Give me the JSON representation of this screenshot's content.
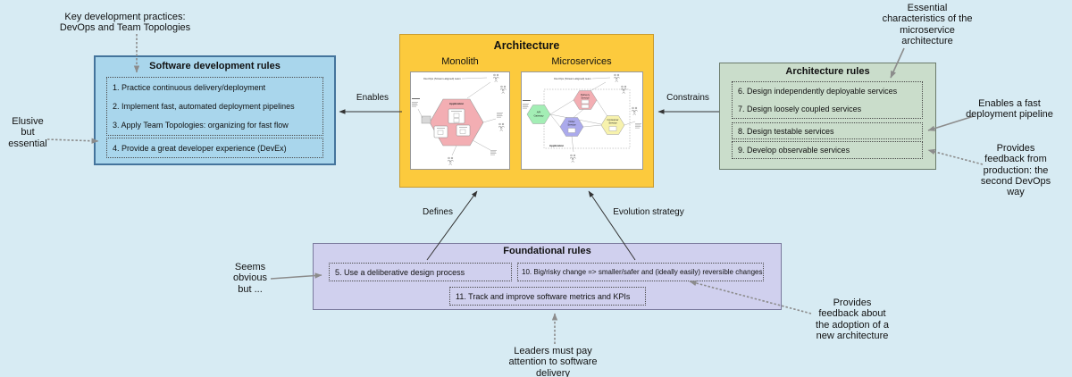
{
  "colors": {
    "bg": "#d7ebf3",
    "blue_fill": "#a9d6ec",
    "blue_border": "#44749c",
    "yellow_fill": "#fcca3d",
    "yellow_border": "#c89b30",
    "green_fill": "#caddcb",
    "green_border": "#6b7b6b",
    "purple_fill": "#d0d0ee",
    "purple_border": "#7a7a9d",
    "arrow_gray": "#8c8c8c",
    "arrow_black": "#333333",
    "hex_pink": "#f3aeb3",
    "hex_green": "#a3eeb5",
    "hex_purple": "#abaaec",
    "hex_yellow": "#f7f2ad"
  },
  "software_development_rules": {
    "title": "Software development rules",
    "group1": [
      "1. Practice continuous delivery/deployment",
      "2. Implement fast, automated deployment pipelines",
      "3. Apply Team Topologies: organizing for fast flow"
    ],
    "group2": [
      "4. Provide a great developer experience (DevEx)"
    ]
  },
  "architecture": {
    "title": "Architecture",
    "monolith_label": "Monolith",
    "microservices_label": "Microservices",
    "team_label": "DevOps (Stream-aligned) team",
    "application_label": "Application",
    "services": {
      "api_gateway": [
        "API",
        "Gateway"
      ],
      "delivery": [
        "Delivery",
        "Service"
      ],
      "order": [
        "Order",
        "Service"
      ],
      "consumer": [
        "Consumer",
        "Service"
      ]
    }
  },
  "architecture_rules": {
    "title": "Architecture rules",
    "group1": [
      "6. Design independently deployable services",
      "7. Design loosely coupled services"
    ],
    "group2": [
      "8. Design testable services"
    ],
    "group3": [
      "9. Develop observable services"
    ]
  },
  "foundational_rules": {
    "title": "Foundational rules",
    "item5": "5. Use a deliberative design process",
    "item10": "10. Big/risky change => smaller/safer and (ideally easily) reversible changes",
    "item11": "11. Track and improve software metrics and KPIs"
  },
  "edge_labels": {
    "enables": "Enables",
    "constrains": "Constrains",
    "defines": "Defines",
    "evolution_strategy": "Evolution strategy"
  },
  "annotations": {
    "key_dev_practices": "Key development practices:\nDevOps and Team Topologies",
    "elusive": "Elusive\nbut\nessential",
    "essential_characteristics": "Essential\ncharacteristics of the\nmicroservice\narchitecture",
    "enables_fast_pipeline": "Enables a fast\ndeployment pipeline",
    "feedback_production": "Provides\nfeedback from\nproduction: the\nsecond DevOps\nway",
    "seems_obvious": "Seems\nobvious\nbut ...",
    "feedback_adoption": "Provides\nfeedback about\nthe adoption of a\nnew architecture",
    "leaders": "Leaders must pay\nattention to software\ndelivery"
  }
}
